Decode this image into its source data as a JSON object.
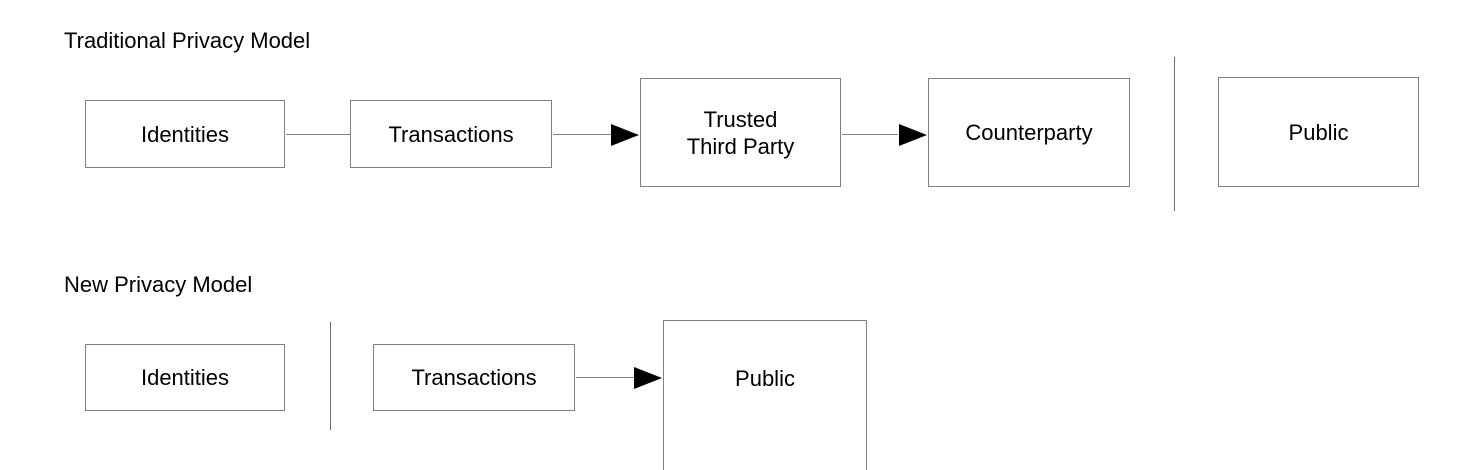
{
  "diagram": {
    "title_traditional": "Traditional Privacy Model",
    "title_new": "New Privacy Model",
    "colors": {
      "background": "#ffffff",
      "box_border": "#808080",
      "divider": "#6e6e6e",
      "connector": "#808080",
      "arrow": "#000000",
      "text": "#000000"
    },
    "sections": [
      {
        "id": "traditional",
        "title": "Traditional Privacy Model",
        "nodes": [
          {
            "id": "trad-identities",
            "label": "Identities"
          },
          {
            "id": "trad-transactions",
            "label": "Transactions"
          },
          {
            "id": "trad-trusted-third-party",
            "label": "Trusted\nThird Party"
          },
          {
            "id": "trad-counterparty",
            "label": "Counterparty"
          },
          {
            "id": "trad-public",
            "label": "Public"
          }
        ],
        "connections": [
          {
            "from": "trad-identities",
            "to": "trad-transactions",
            "arrow": false
          },
          {
            "from": "trad-transactions",
            "to": "trad-trusted-third-party",
            "arrow": true
          },
          {
            "from": "trad-trusted-third-party",
            "to": "trad-counterparty",
            "arrow": true
          }
        ],
        "divider_after": "trad-counterparty"
      },
      {
        "id": "new",
        "title": "New Privacy Model",
        "nodes": [
          {
            "id": "new-identities",
            "label": "Identities"
          },
          {
            "id": "new-transactions",
            "label": "Transactions"
          },
          {
            "id": "new-public",
            "label": "Public"
          }
        ],
        "connections": [
          {
            "from": "new-transactions",
            "to": "new-public",
            "arrow": true
          }
        ],
        "divider_after": "new-identities"
      }
    ]
  }
}
